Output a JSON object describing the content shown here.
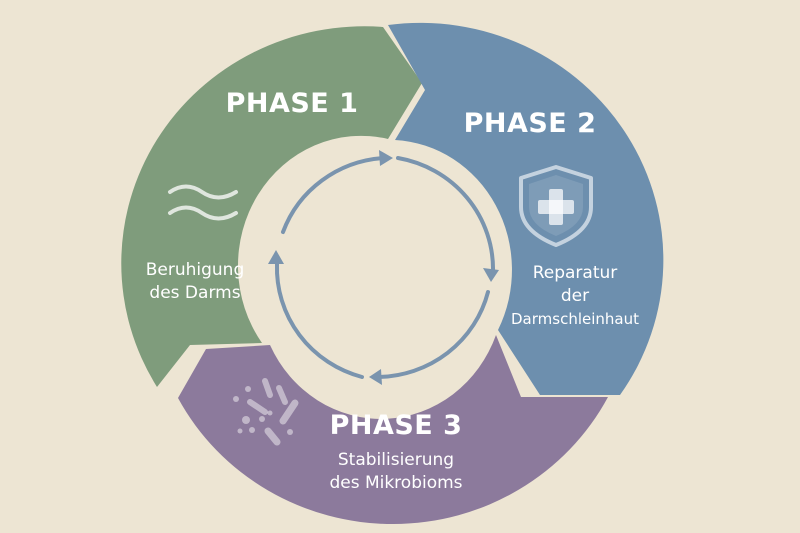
{
  "colors": {
    "background": "#ede5d3",
    "phase1": "#7f9c7c",
    "phase2": "#6d8fae",
    "phase3": "#8c7a9c",
    "arrows": "#7a94ae",
    "text": "#ffffff"
  },
  "phases": [
    {
      "title": "PHASE 1",
      "text_lines": [
        "Beruhigung",
        "des Darms"
      ],
      "icon": "waves-icon"
    },
    {
      "title": "PHASE 2",
      "text_lines": [
        "Reparatur",
        "der",
        "Darmschleinhaut"
      ],
      "icon": "shield-cross-icon"
    },
    {
      "title": "PHASE 3",
      "text_lines": [
        "Stabilisierung",
        "des Mikrobioms"
      ],
      "icon": "microbes-icon"
    }
  ]
}
